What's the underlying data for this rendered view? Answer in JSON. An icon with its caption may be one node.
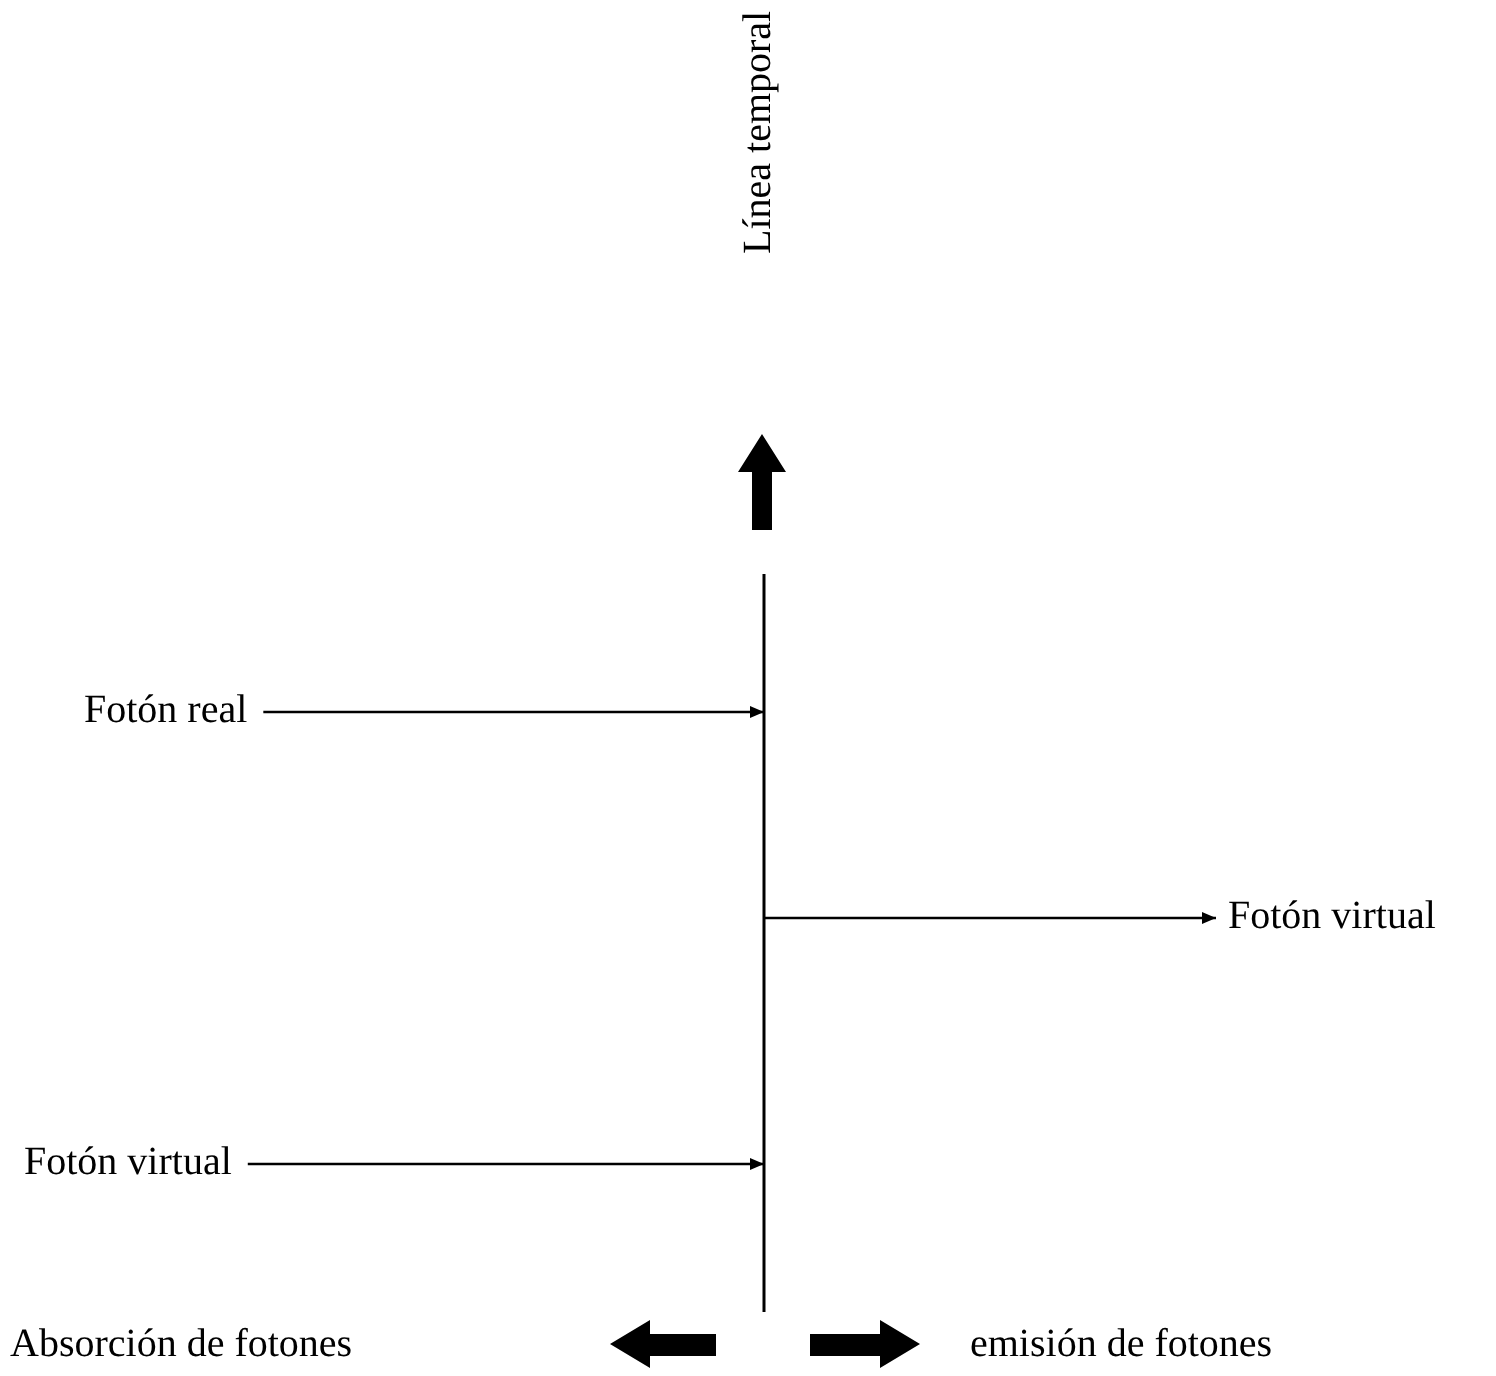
{
  "diagram": {
    "nodes": [
      {
        "text": [],
        "shape": "line"
      },
      {
        "text": [
          "Fotón real"
        ]
      },
      {
        "text": [
          "Fotón virtual"
        ]
      },
      {
        "text": [
          "Fotón virtual"
        ]
      }
    ],
    "edges": [
      {
        "from": 1,
        "to": 0,
        "arrow": "to"
      },
      {
        "from": 0,
        "to": 2,
        "arrow": "to"
      },
      {
        "from": 3,
        "to": 0,
        "arrow": "to"
      }
    ],
    "labels": [
      "Línea temporal",
      "Absorción de fotones",
      "emisión de fotones"
    ]
  }
}
